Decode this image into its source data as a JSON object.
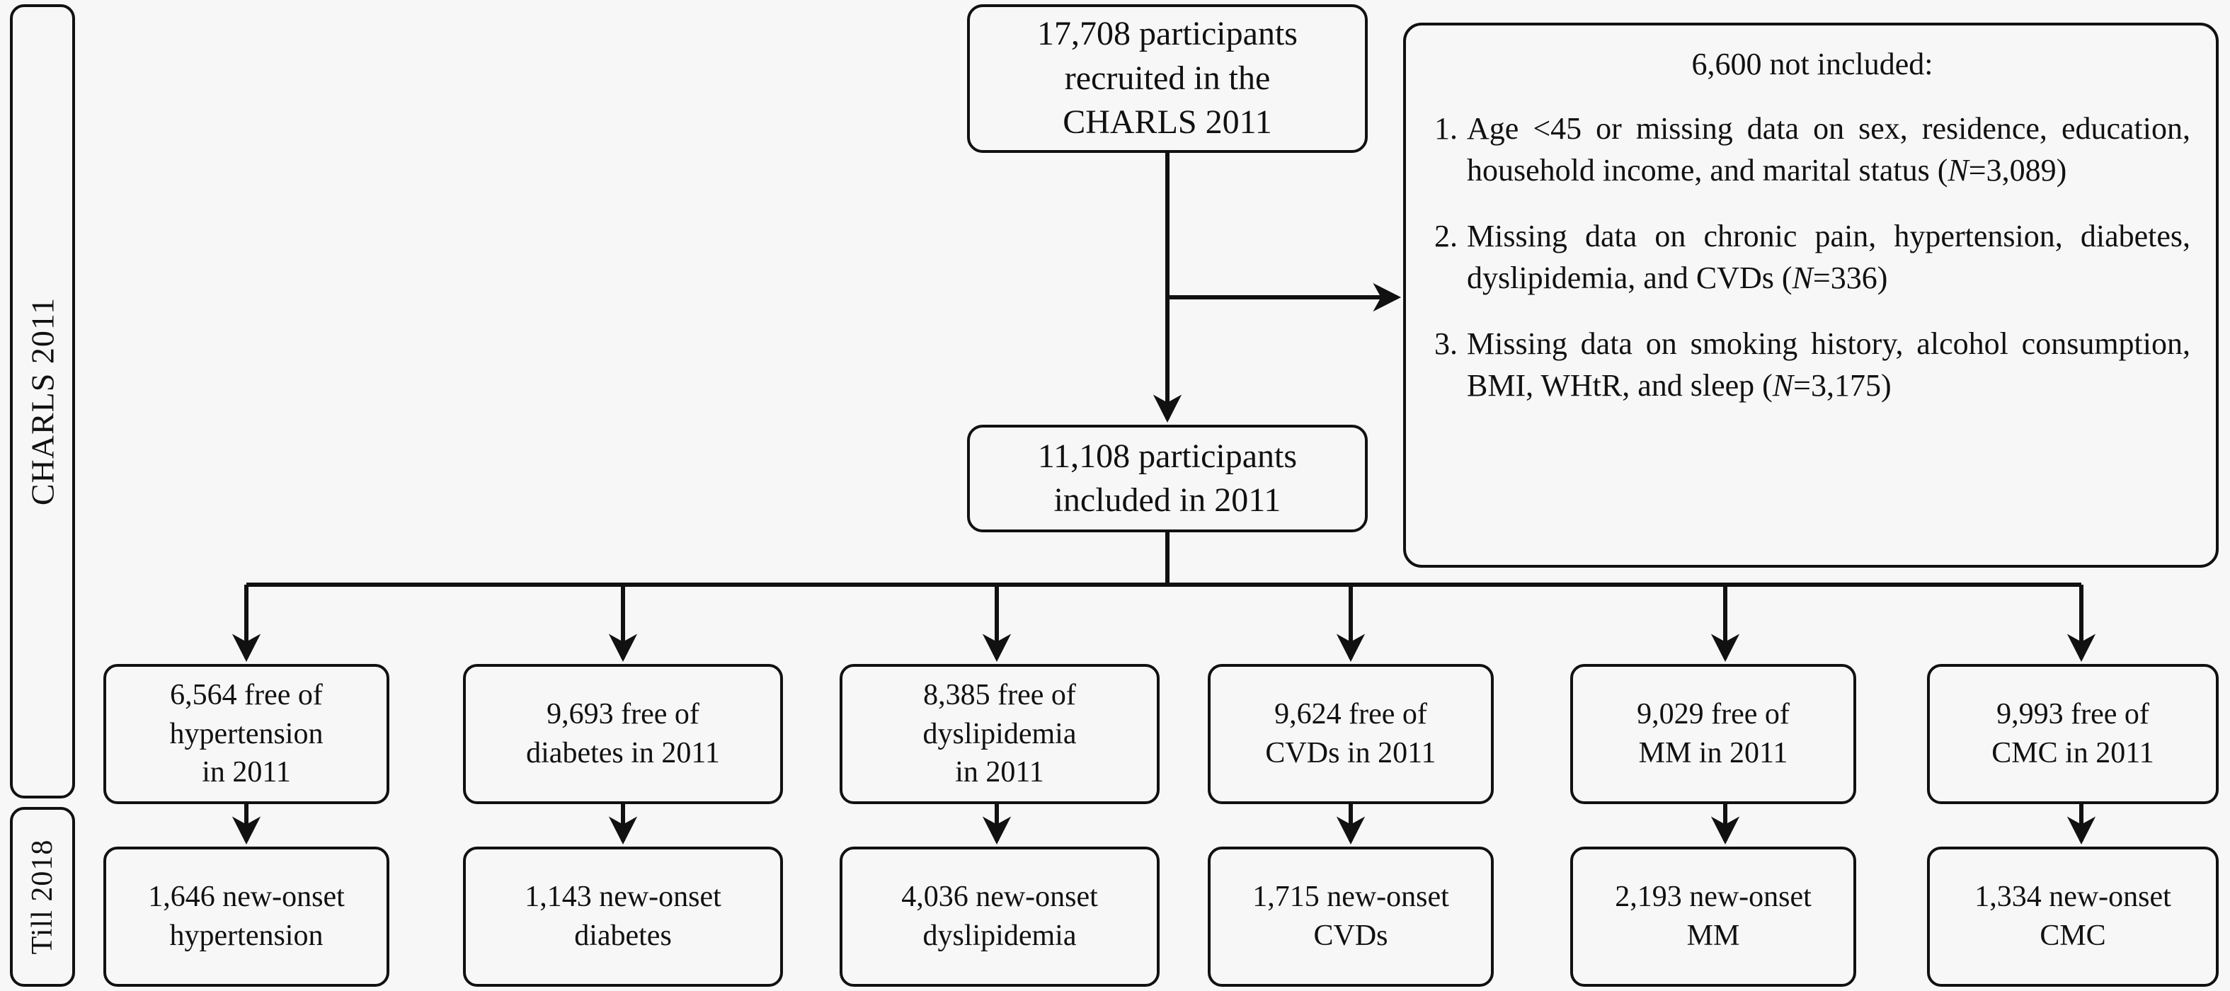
{
  "rails": {
    "top_label": "CHARLS 2011",
    "bottom_label": "Till 2018"
  },
  "nodes": {
    "recruited": "17,708 participants\nrecruited in the\nCHARLS 2011",
    "included": "11,108 participants\nincluded in 2011"
  },
  "exclusion": {
    "heading": "6,600 not included:",
    "items": [
      {
        "num": "1.",
        "text_before": "Age <45 or missing data on sex, residence, education, household income, and marital status (",
        "italic": "N",
        "text_after": "=3,089)"
      },
      {
        "num": "2.",
        "text_before": "Missing data on chronic pain,  hypertension, diabetes, dyslipidemia, and CVDs (",
        "italic": "N",
        "text_after": "=336)"
      },
      {
        "num": "3.",
        "text_before": "Missing data on smoking history, alcohol consumption, BMI, WHtR, and sleep (",
        "italic": "N",
        "text_after": "=3,175)"
      }
    ]
  },
  "branches": [
    {
      "key": "hypertension",
      "baseline": "6,564 free of\nhypertension\nin 2011",
      "outcome": "1,646 new-onset\nhypertension"
    },
    {
      "key": "diabetes",
      "baseline": "9,693 free of\ndiabetes in 2011",
      "outcome": "1,143 new-onset\ndiabetes"
    },
    {
      "key": "dyslipidemia",
      "baseline": "8,385 free of\ndyslipidemia\nin 2011",
      "outcome": "4,036 new-onset\ndyslipidemia"
    },
    {
      "key": "cvds",
      "baseline": "9,624 free of\nCVDs in 2011",
      "outcome": "1,715 new-onset\nCVDs"
    },
    {
      "key": "mm",
      "baseline": "9,029 free of\nMM in 2011",
      "outcome": "2,193 new-onset\nMM"
    },
    {
      "key": "cmc",
      "baseline": "9,993 free of\nCMC in 2011",
      "outcome": "1,334 new-onset\nCMC"
    }
  ],
  "colors": {
    "line": "#111111",
    "background": "#f7f7f7",
    "text": "#111111"
  }
}
